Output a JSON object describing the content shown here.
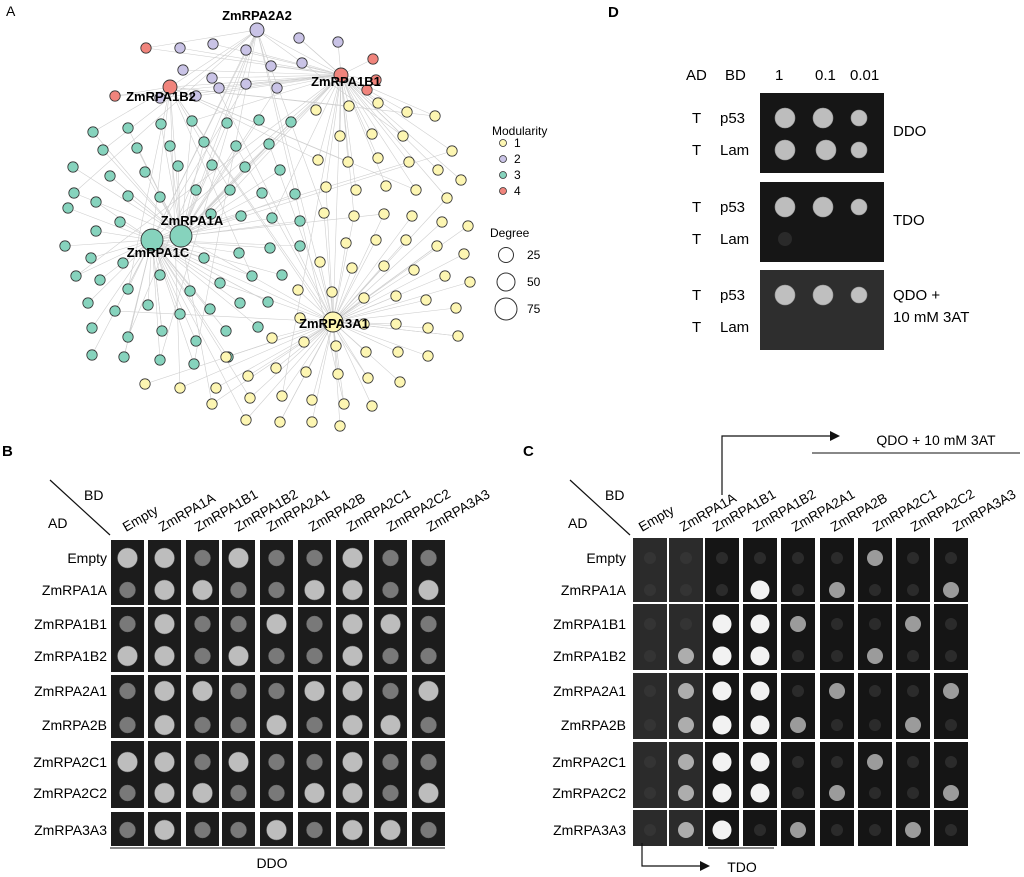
{
  "panel_a": {
    "letter": "A",
    "hub_labels": [
      "ZmRPA2A2",
      "ZmRPA1B1",
      "ZmRPA1B2",
      "ZmRPA1A",
      "ZmRPA1C",
      "ZmRPA3A1"
    ],
    "legend": {
      "modularity_title": "Modularity",
      "modularity": [
        {
          "label": "1",
          "color": "#fdf6b2"
        },
        {
          "label": "2",
          "color": "#c9c3e6"
        },
        {
          "label": "3",
          "color": "#86d3bd"
        },
        {
          "label": "4",
          "color": "#f0847c"
        }
      ],
      "degree_title": "Degree",
      "degree": [
        "25",
        "50",
        "75"
      ]
    }
  },
  "panel_b": {
    "letter": "B",
    "bd_label": "BD",
    "ad_label": "AD",
    "columns": [
      "Empty",
      "ZmRPA1A",
      "ZmRPA1B1",
      "ZmRPA1B2",
      "ZmRPA2A1",
      "ZmRPA2B",
      "ZmRPA2C1",
      "ZmRPA2C2",
      "ZmRPA3A3"
    ],
    "rows": [
      "Empty",
      "ZmRPA1A",
      "ZmRPA1B1",
      "ZmRPA1B2",
      "ZmRPA2A1",
      "ZmRPA2B",
      "ZmRPA2C1",
      "ZmRPA2C2",
      "ZmRPA3A3"
    ],
    "media": "DDO"
  },
  "panel_c": {
    "letter": "C",
    "bd_label": "BD",
    "ad_label": "AD",
    "columns": [
      "Empty",
      "ZmRPA1A",
      "ZmRPA1B1",
      "ZmRPA1B2",
      "ZmRPA2A1",
      "ZmRPA2B",
      "ZmRPA2C1",
      "ZmRPA2C2",
      "ZmRPA3A3"
    ],
    "rows": [
      "Empty",
      "ZmRPA1A",
      "ZmRPA1B1",
      "ZmRPA1B2",
      "ZmRPA2A1",
      "ZmRPA2B",
      "ZmRPA2C1",
      "ZmRPA2C2",
      "ZmRPA3A3"
    ],
    "top_media": "QDO + 10 mM 3AT",
    "bottom_media": "TDO"
  },
  "panel_d": {
    "letter": "D",
    "ad_header": "AD",
    "bd_header": "BD",
    "dilutions": [
      "1",
      "0.1",
      "0.01"
    ],
    "blocks": [
      {
        "media": [
          "DDO"
        ],
        "rows": [
          {
            "ad": "T",
            "bd": "p53"
          },
          {
            "ad": "T",
            "bd": "Lam"
          }
        ]
      },
      {
        "media": [
          "TDO"
        ],
        "rows": [
          {
            "ad": "T",
            "bd": "p53"
          },
          {
            "ad": "T",
            "bd": "Lam"
          }
        ]
      },
      {
        "media": [
          "QDO +",
          "10 mM 3AT"
        ],
        "rows": [
          {
            "ad": "T",
            "bd": "p53"
          },
          {
            "ad": "T",
            "bd": "Lam"
          }
        ]
      }
    ]
  }
}
